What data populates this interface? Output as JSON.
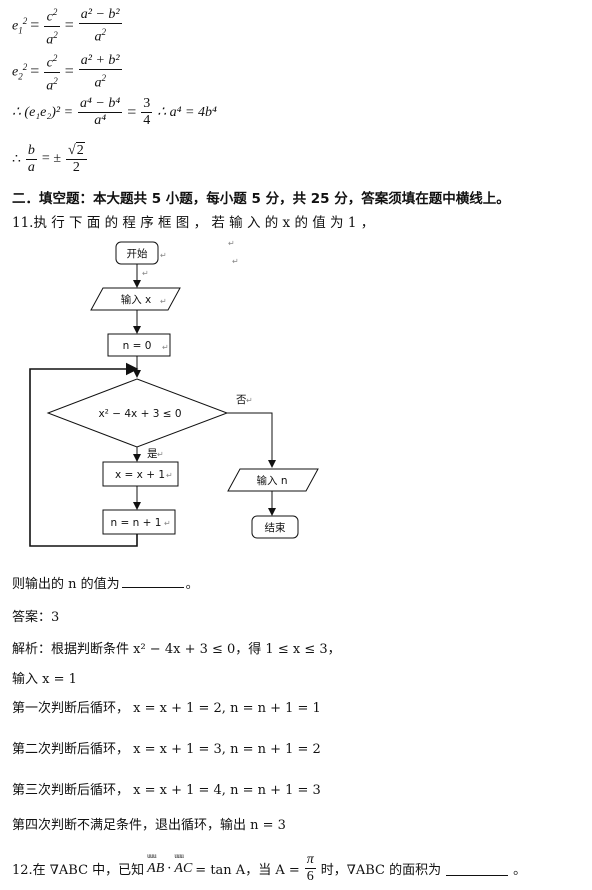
{
  "formulas": {
    "e1_lhs": "e",
    "e1_sub": "1",
    "sq": "2",
    "c2": "c",
    "a2": "a",
    "e1_num": "a² − b²",
    "e2_lhs": "e",
    "e2_sub": "2",
    "e2_num": "a² + b²",
    "prod_lhs": "∴ (e₁e₂)² =",
    "prod_num": "a⁴ − b⁴",
    "prod_den": "a⁴",
    "three": "3",
    "four": "4",
    "prod_tail": "∴ a⁴ = 4b⁴",
    "ratio_lhs": "∴",
    "b": "b",
    "a": "a",
    "pm": "= ±",
    "root_arg": "2",
    "root_den": "2"
  },
  "section_heading": "二．填空题：本大题共 5 小题，每小题 5 分，共 25 分，答案须填在题中横线上。",
  "q11": {
    "prompt": "11.执 行 下 面 的 程 序 框 图 ， 若 输 入 的 x 的 值 为 1 ，",
    "tail": "则输出的 n 的值为",
    "tail_end": "。",
    "answer": "答案：3",
    "analysis": "解析：根据判断条件 x² − 4x + 3 ≤ 0，得 1 ≤ x ≤ 3，",
    "input_line": "输入 x = 1",
    "loop1": "第一次判断后循环，  x = x + 1 = 2, n = n + 1 = 1",
    "loop2": "第二次判断后循环，  x = x + 1 = 3, n = n + 1 = 2",
    "loop3": "第三次判断后循环，  x = x + 1 = 4, n = n + 1 = 3",
    "loop4": "第四次判断不满足条件，退出循环，输出 n = 3"
  },
  "flowchart": {
    "start": "开始",
    "input_x": "输入 x",
    "init_n": "n = 0",
    "condition": "x² − 4x + 3 ≤ 0",
    "yes": "是",
    "no": "否",
    "step_x": "x = x + 1",
    "step_n": "n = n + 1",
    "output_n": "输入 n",
    "end": "结束",
    "marks": [
      "↵",
      "↵",
      "↵",
      "↵",
      "↵",
      "↵",
      "↵",
      "↵",
      "↵",
      "↵"
    ]
  },
  "q12": {
    "prefix": "12.在 ∇ABC 中，已知",
    "ab": "AB",
    "dot": "·",
    "ac": "AC",
    "eq_tan": "= tan A，当 A =",
    "pi": "π",
    "six": "6",
    "suffix": "时，∇ABC 的面积为",
    "end": "。"
  }
}
